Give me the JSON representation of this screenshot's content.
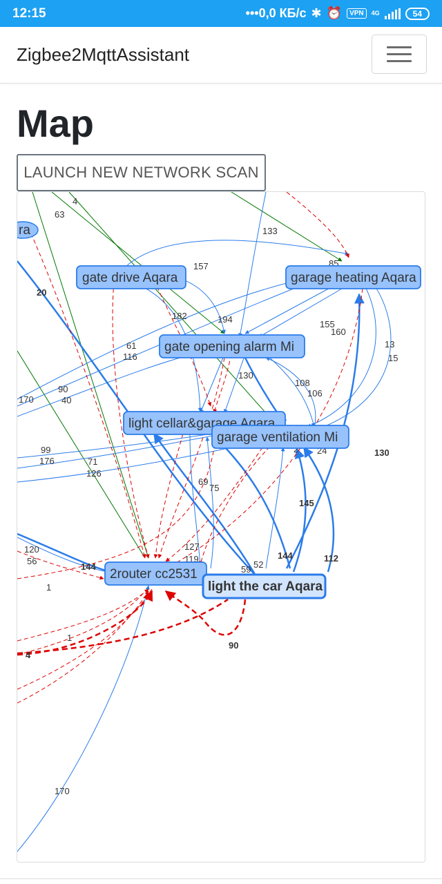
{
  "status_bar": {
    "time": "12:15",
    "speed": "•••0,0 КБ/с",
    "vpn": "VPN",
    "network": "4G",
    "battery": "54",
    "icons": [
      "bluetooth-icon",
      "alarm-icon",
      "signal-icon",
      "battery-icon"
    ]
  },
  "navbar": {
    "brand": "Zigbee2MqttAssistant",
    "menu_icon": "hamburger-menu-icon"
  },
  "page": {
    "title": "Map",
    "scan_button": "LAUNCH NEW NETWORK SCAN"
  },
  "map": {
    "colors": {
      "node_fill": "#97c2fc",
      "node_border": "#2b7ce9",
      "node_highlight_fill": "#d2e5ff",
      "edge_blue": "#2b7ce9",
      "edge_green": "#007700",
      "edge_red": "#dd0000"
    },
    "nodes": [
      {
        "label": "ra"
      },
      {
        "label": "gate drive Aqara"
      },
      {
        "label": "garage heating Aqara"
      },
      {
        "label": "gate opening alarm Mi"
      },
      {
        "label": "light cellar&garage Aqara"
      },
      {
        "label": "garage ventilation Mi"
      },
      {
        "label": "2router cc2531"
      },
      {
        "label": "light the car Aqara",
        "selected": true
      }
    ],
    "edge_labels": [
      "4",
      "63",
      "133",
      "20",
      "157",
      "182",
      "194",
      "61",
      "116",
      "155",
      "160",
      "13",
      "15",
      "130",
      "108",
      "106",
      "90",
      "170",
      "40",
      "99",
      "176",
      "71",
      "126",
      "2",
      "24",
      "130",
      "69",
      "75",
      "145",
      "144",
      "112",
      "120",
      "56",
      "144",
      "127",
      "119",
      "59",
      "52",
      "1",
      "1",
      "4",
      "90",
      "170",
      "85"
    ]
  }
}
